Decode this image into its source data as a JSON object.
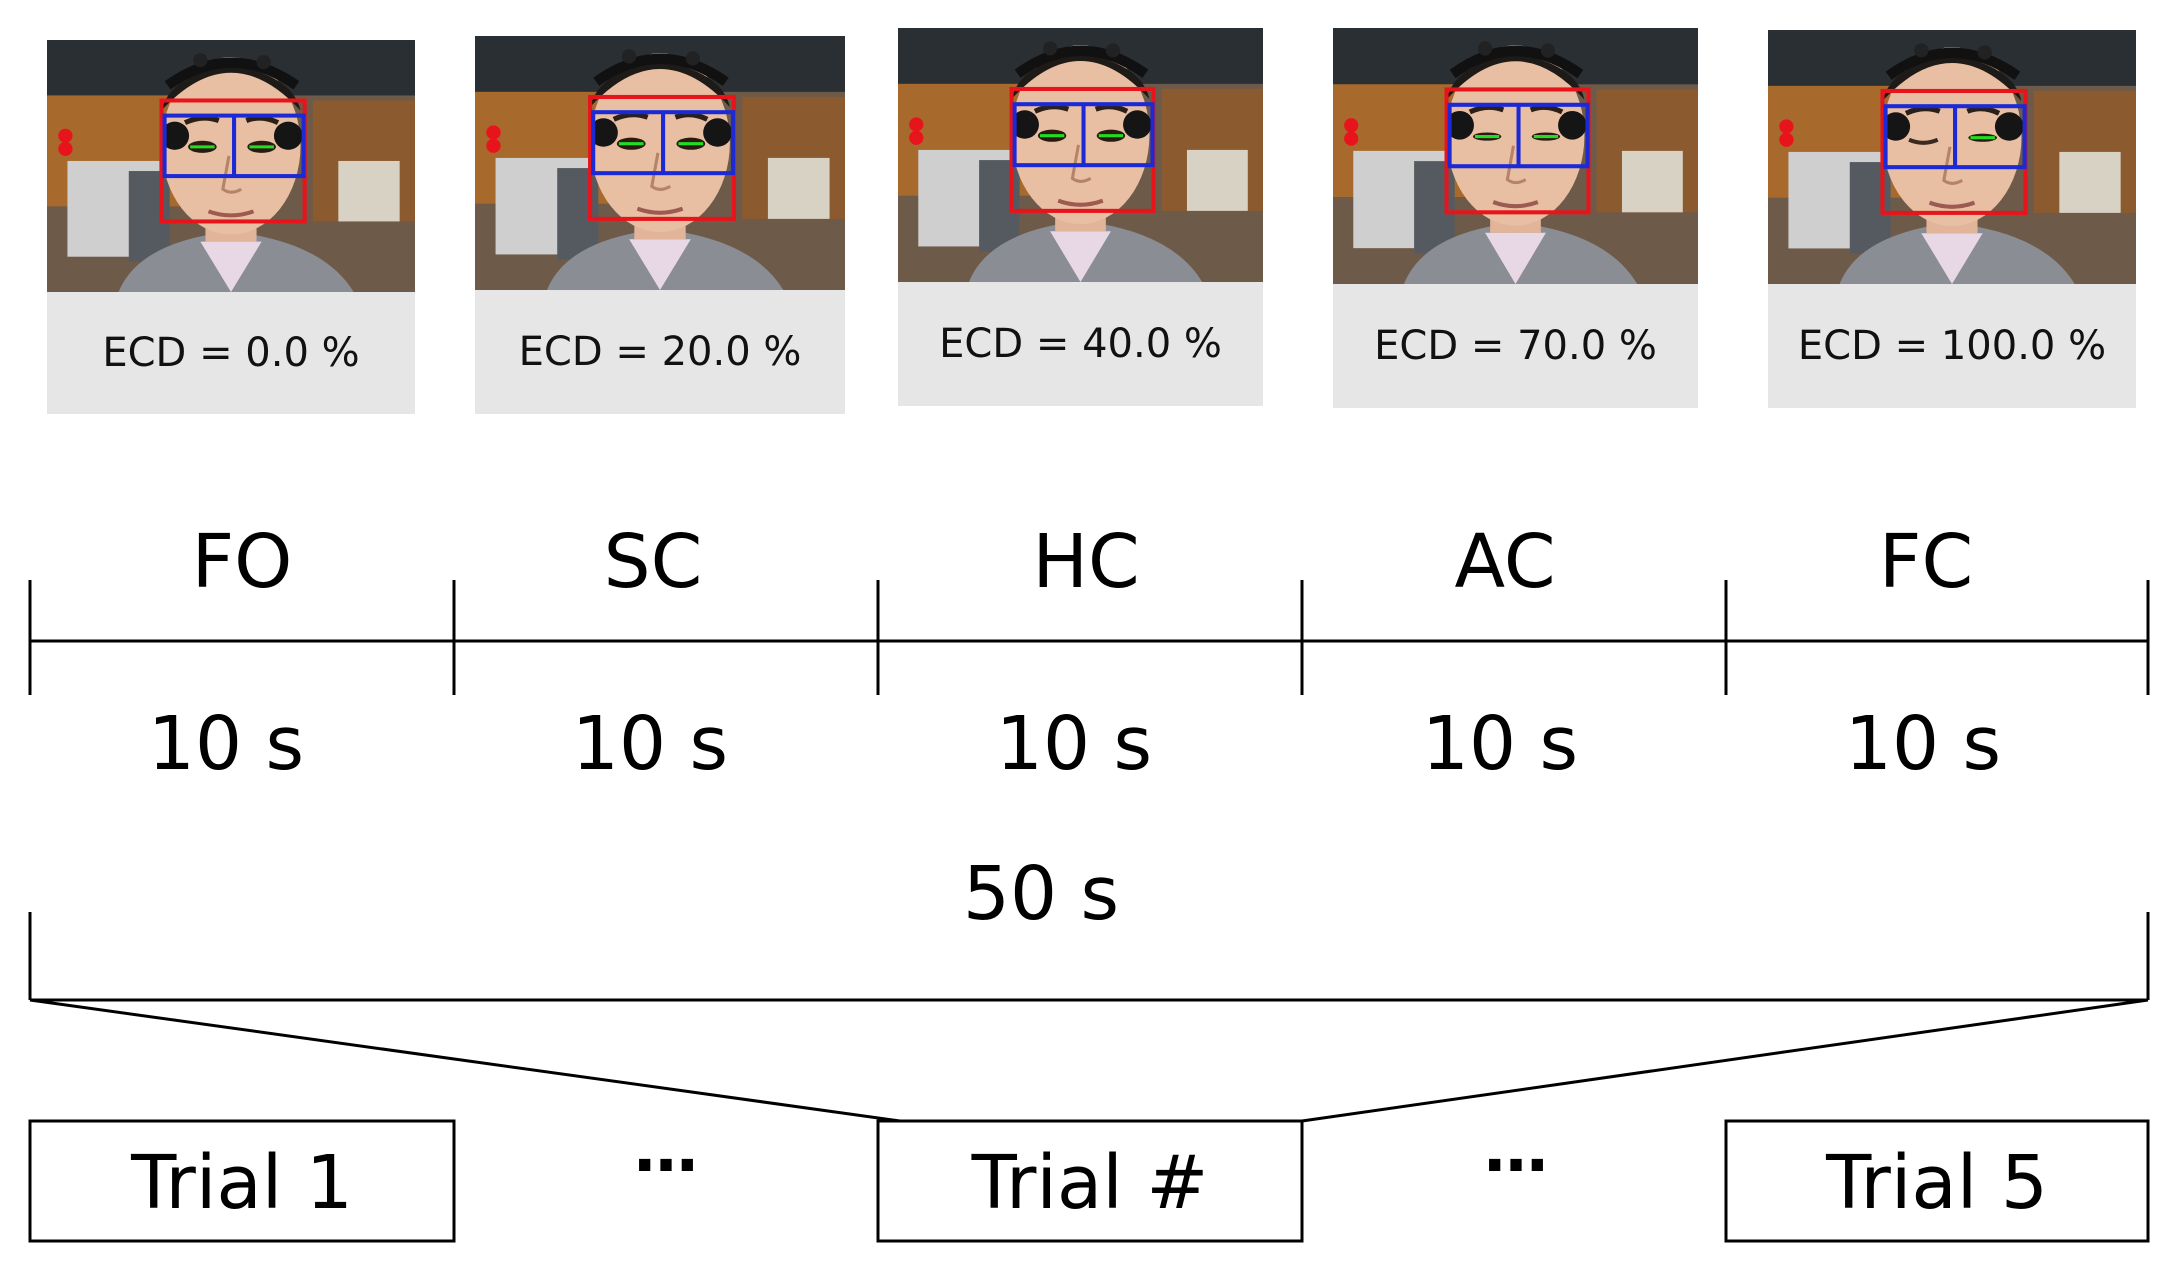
{
  "photos": [
    {
      "caption": "ECD = 0.0 %",
      "eye_state": "open"
    },
    {
      "caption": "ECD = 20.0 %",
      "eye_state": "open"
    },
    {
      "caption": "ECD = 40.0 %",
      "eye_state": "open"
    },
    {
      "caption": "ECD = 70.0 %",
      "eye_state": "half"
    },
    {
      "caption": "ECD = 100.0 %",
      "eye_state": "closed"
    }
  ],
  "timeline": {
    "phases": [
      {
        "label": "FO",
        "duration": "10 s"
      },
      {
        "label": "SC",
        "duration": "10 s"
      },
      {
        "label": "HC",
        "duration": "10 s"
      },
      {
        "label": "AC",
        "duration": "10 s"
      },
      {
        "label": "FC",
        "duration": "10 s"
      }
    ],
    "total": "50 s"
  },
  "trials": {
    "first": "Trial 1",
    "ellipsis": "…",
    "middle": "Trial #",
    "last": "Trial 5"
  },
  "colors": {
    "face_box": "#e8141c",
    "eye_box": "#1c2ad6",
    "pupil": "#22dd22",
    "caption_bg": "#e6e6e6"
  }
}
